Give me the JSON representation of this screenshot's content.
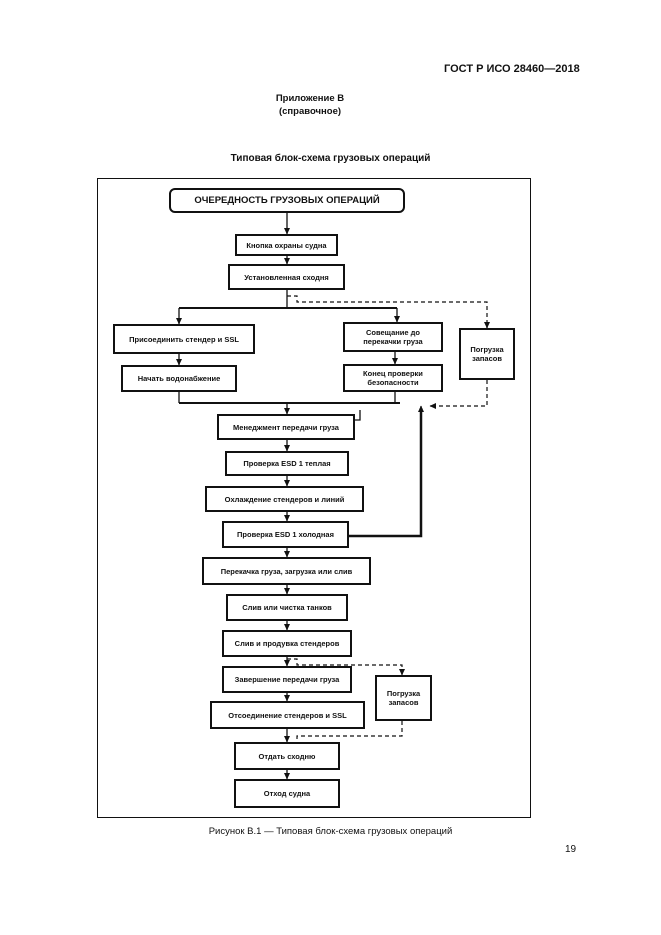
{
  "header": {
    "standard": "ГОСТ Р ИСО 28460—2018",
    "appendix_title": "Приложение В",
    "appendix_note": "(справочное)",
    "section_title": "Типовая блок-схема грузовых операций"
  },
  "flowchart": {
    "title": "ОЧЕРЕДНОСТЬ ГРУЗОВЫХ ОПЕРАЦИЙ",
    "steps": {
      "secure_ship": "Кнопка охраны судна",
      "gangway": "Установленная сходня",
      "connect": "Присоединить стендер и SSL",
      "water": "Начать водонабжение",
      "meeting": "Совещание до перекачки груза",
      "safety": "Конец проверки безопасности",
      "stores1": "Погрузка запасов",
      "mgmt": "Менеджмент передачи груза",
      "esd_warm": "Проверка ESD 1 теплая",
      "cooldown": "Охлаждение стендеров и линий",
      "esd_cold": "Проверка ESD 1 холодная",
      "transfer": "Перекачка груза, загрузка или слив",
      "drain": "Слив или чистка танков",
      "purge": "Слив и продувка стендеров",
      "complete": "Завершение передачи груза",
      "disconnect": "Отсоединение стендеров и SSL",
      "stores2": "Погрузка запасов",
      "gangway_off": "Отдать сходню",
      "depart": "Отход судна"
    }
  },
  "footer": {
    "caption": "Рисунок В.1 — Типовая блок-схема грузовых операций",
    "page_number": "19"
  }
}
